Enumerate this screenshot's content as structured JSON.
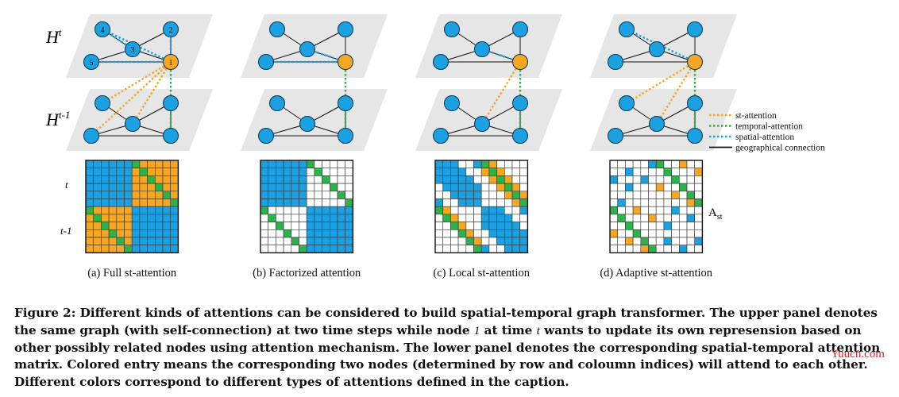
{
  "figure": {
    "row_labels": {
      "top_graph": "H",
      "top_graph_sup": "t",
      "bottom_graph": "H",
      "bottom_graph_sup": "t-1"
    },
    "node_labels": [
      "1",
      "2",
      "3",
      "4",
      "5"
    ],
    "matrix_row_labels": {
      "upper": "t",
      "lower": "t-1"
    },
    "matrix_symbol": "A",
    "matrix_symbol_sub": "st",
    "panels": [
      {
        "id": "a",
        "caption": "(a) Full st-attention"
      },
      {
        "id": "b",
        "caption": "(b) Factorized attention"
      },
      {
        "id": "c",
        "caption": "(c) Local st-attention"
      },
      {
        "id": "d",
        "caption": "(d) Adaptive st-attention"
      }
    ],
    "legend": [
      {
        "label": "st-attention",
        "color": "#f5a623",
        "style": "dotted"
      },
      {
        "label": "temporal-attention",
        "color": "#2db34a",
        "style": "dotted"
      },
      {
        "label": "spatial-attention",
        "color": "#1ba1e2",
        "style": "dotted"
      },
      {
        "label": "geographical connection",
        "color": "#111111",
        "style": "solid"
      }
    ],
    "colors": {
      "node": "#1ba1e2",
      "query_node": "#f5a623",
      "plane": "#e6e6e6",
      "st": "#f5a623",
      "temporal": "#2db34a",
      "spatial": "#1ba1e2"
    }
  },
  "caption": {
    "p1": "Figure 2: Different kinds of attentions can be considered to build spatial-temporal graph transformer. The upper panel denotes the same graph (with self-connection) at two time steps while node ",
    "m1": "1",
    "p2": " at time ",
    "m2": "t",
    "p3": " wants to update its own represension based on other possibly related nodes using attention mechanism. The lower panel denotes the corresponding spatial-temporal attention matrix. Colored entry means the corresponding two nodes (determined by row and coloumn indices) will attend to each other. Different colors correspond to different types of attentions defined in the caption."
  },
  "watermark": "Yuucn.com"
}
